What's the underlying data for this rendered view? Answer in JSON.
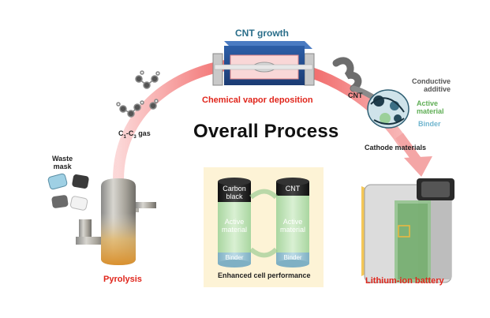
{
  "title": "Overall Process",
  "labels": {
    "cnt_growth": "CNT growth",
    "cvd": "Chemical vapor deposition",
    "gas": "C",
    "gas_sub1": "1",
    "gas_mid": "-C",
    "gas_sub2": "3",
    "gas_end": " gas",
    "waste_mask_1": "Waste",
    "waste_mask_2": "mask",
    "pyrolysis": "Pyrolysis",
    "cnt": "CNT",
    "conductive_1": "Conductive",
    "conductive_2": "additive",
    "active_1": "Active",
    "active_2": "material",
    "binder": "Binder",
    "cathode": "Cathode materials",
    "battery": "Lithium-ion battery",
    "enhanced": "Enhanced cell performance"
  },
  "cells": {
    "left": {
      "top_1": "Carbon",
      "top_2": "black",
      "mid_1": "Active",
      "mid_2": "material",
      "bottom": "Binder"
    },
    "right": {
      "top": "CNT",
      "mid_1": "Active",
      "mid_2": "material",
      "bottom": "Binder"
    }
  },
  "colors": {
    "arc_red": "#ef4a4a",
    "arc_pink": "#f8c2c2",
    "panel_bg": "#fdf3d6",
    "active_green": "#bfe3b8",
    "binder_blue": "#9fc7d6",
    "cap_black": "#1c1c1c",
    "red_text": "#e0251b"
  },
  "icons": [
    "gas-molecule-icon",
    "waste-mask-icon",
    "pyrolysis-reactor-icon",
    "cvd-furnace-icon",
    "cnt-bundle-icon",
    "battery-icon"
  ]
}
